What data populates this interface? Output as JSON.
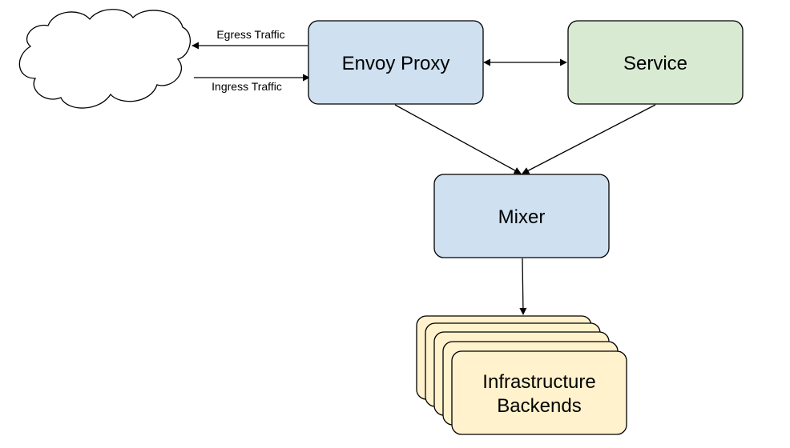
{
  "nodes": {
    "cloud": {
      "label": ""
    },
    "envoy_proxy": {
      "label": "Envoy Proxy",
      "fill": "#cfe0f1"
    },
    "service": {
      "label": "Service",
      "fill": "#d9ead3"
    },
    "mixer": {
      "label": "Mixer",
      "fill": "#cfe0f1"
    },
    "infrastructure_backends": {
      "label_line1": "Infrastructure",
      "label_line2": "Backends",
      "fill": "#fff2cc",
      "stack_count": 5
    }
  },
  "edges": {
    "egress": {
      "label": "Egress Traffic"
    },
    "ingress": {
      "label": "Ingress Traffic"
    }
  }
}
